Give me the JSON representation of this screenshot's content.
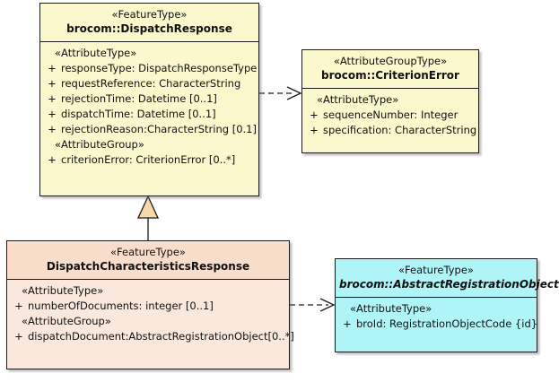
{
  "diagram": {
    "kind": "uml-class-diagram",
    "background": "#ffffff",
    "palette": {
      "yellow_fill": "#fbf8cd",
      "peach_fill": "#fbe8dc",
      "peach_header": "#f8ddcb",
      "cyan_fill": "#aff4f7",
      "border": "#1a1a1a",
      "generalization_arrow_fill": "#f8d9aa"
    }
  },
  "classes": {
    "dispatch_response": {
      "stereotype": "«FeatureType»",
      "name": "brocom::DispatchResponse",
      "abstract": false,
      "compartments": [
        {
          "group_label": "«AttributeType»",
          "attributes": [
            {
              "visibility": "+",
              "signature": "responseType: DispatchResponseType"
            },
            {
              "visibility": "+",
              "signature": "requestReference: CharacterString"
            },
            {
              "visibility": "+",
              "signature": "rejectionTime: Datetime [0..1]"
            },
            {
              "visibility": "+",
              "signature": "dispatchTime: Datetime [0..1]"
            },
            {
              "visibility": "+",
              "signature": "rejectionReason:CharacterString [0.1]"
            }
          ]
        },
        {
          "group_label": "«AttributeGroup»",
          "attributes": [
            {
              "visibility": "+",
              "signature": "criterionError: CriterionError [0..*]"
            }
          ]
        }
      ]
    },
    "criterion_error": {
      "stereotype": "«AttributeGroupType»",
      "name": "brocom::CriterionError",
      "abstract": false,
      "compartments": [
        {
          "group_label": "«AttributeType»",
          "attributes": [
            {
              "visibility": "+",
              "signature": "sequenceNumber: Integer"
            },
            {
              "visibility": "+",
              "signature": "specification: CharacterString"
            }
          ]
        }
      ]
    },
    "dispatch_characteristics_response": {
      "stereotype": "«FeatureType»",
      "name": "DispatchCharacteristicsResponse",
      "abstract": false,
      "compartments": [
        {
          "group_label": "«AttributeType»",
          "attributes": [
            {
              "visibility": "+",
              "signature": "numberOfDocuments: integer [0..1]"
            }
          ]
        },
        {
          "group_label": "«AttributeGroup»",
          "attributes": [
            {
              "visibility": "+",
              "signature": "dispatchDocument:AbstractRegistrationObject[0..*]"
            }
          ]
        }
      ]
    },
    "abstract_registration_object": {
      "stereotype": "«FeatureType»",
      "name": "brocom::AbstractRegistrationObject",
      "abstract": true,
      "compartments": [
        {
          "group_label": "«AttributeType»",
          "attributes": [
            {
              "visibility": "+",
              "signature": "broId: RegistrationObjectCode {id}"
            }
          ]
        }
      ]
    }
  },
  "relationships": [
    {
      "id": "dep-dispatchresponse-criterionerror",
      "type": "dependency",
      "line": "dashed",
      "arrowhead": "open",
      "from": "dispatch_response",
      "to": "criterion_error",
      "label": ""
    },
    {
      "id": "gen-dispatchcharacteristicsresponse-dispatchresponse",
      "type": "generalization",
      "line": "solid",
      "arrowhead": "hollow-triangle",
      "from": "dispatch_characteristics_response",
      "to": "dispatch_response",
      "label": ""
    },
    {
      "id": "dep-dispatchcharacteristicsresponse-abstractregistrationobject",
      "type": "dependency",
      "line": "dashed",
      "arrowhead": "open",
      "from": "dispatch_characteristics_response",
      "to": "abstract_registration_object",
      "label": ""
    }
  ]
}
